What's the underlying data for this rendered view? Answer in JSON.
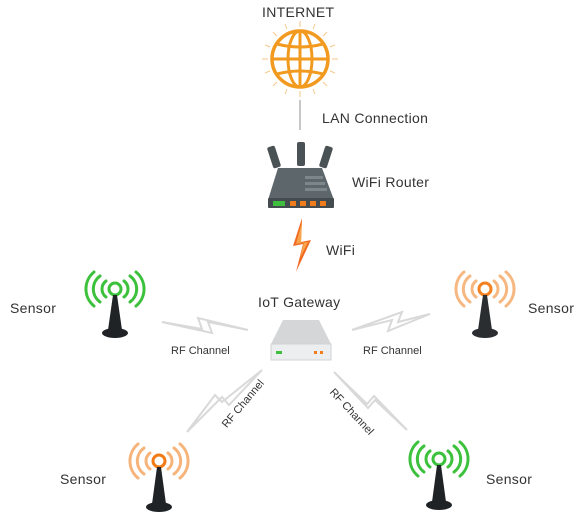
{
  "nodes": {
    "internet": "INTERNET",
    "lan": "LAN Connection",
    "router": "WiFi Router",
    "wifi": "WiFi",
    "gateway": "IoT Gateway",
    "sensor_top_left": "Sensor",
    "sensor_top_right": "Sensor",
    "sensor_bottom_left": "Sensor",
    "sensor_bottom_right": "Sensor"
  },
  "links": {
    "rf_left": "RF Channel",
    "rf_right": "RF Channel",
    "rf_bottom_left": "RF Channel",
    "rf_bottom_right": "RF Channel"
  },
  "icons": [
    "globe-icon",
    "router-icon",
    "lightning-icon",
    "gateway-icon",
    "antenna-icon"
  ],
  "colors": {
    "internet": "#f29a1f",
    "sensor_active": "#3cc13c",
    "sensor_warn": "#f37b16",
    "lightning": "#f06a23",
    "rf_zigzag": "#d9d9d9",
    "device_body": "#5d666a"
  }
}
